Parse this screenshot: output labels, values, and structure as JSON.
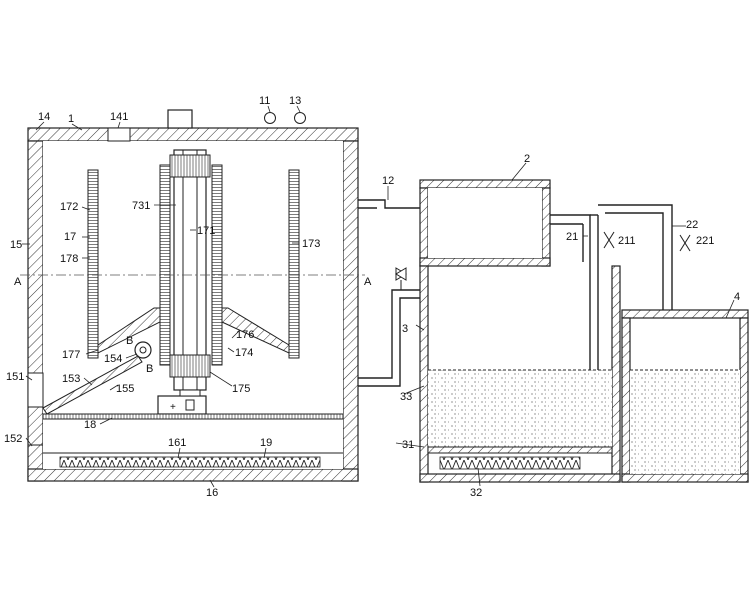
{
  "labels": {
    "l1": "1",
    "l2": "2",
    "l3": "3",
    "l4": "4",
    "l11": "11",
    "l12": "12",
    "l13": "13",
    "l14": "14",
    "l15": "15",
    "l16": "16",
    "l17": "17",
    "l18": "18",
    "l19": "19",
    "l21": "21",
    "l22": "22",
    "l31": "31",
    "l32": "32",
    "l33": "33",
    "l141": "141",
    "l151": "151",
    "l152": "152",
    "l153": "153",
    "l154": "154",
    "l155": "155",
    "l161": "161",
    "l171": "171",
    "l172": "172",
    "l173": "173",
    "l174": "174",
    "l175": "175",
    "l176": "176",
    "l177": "177",
    "l178": "178",
    "l211": "211",
    "l221": "221",
    "l731": "731",
    "sectA_left": "A",
    "sectA_right": "A",
    "sectB": "B",
    "sectB2": "B"
  }
}
